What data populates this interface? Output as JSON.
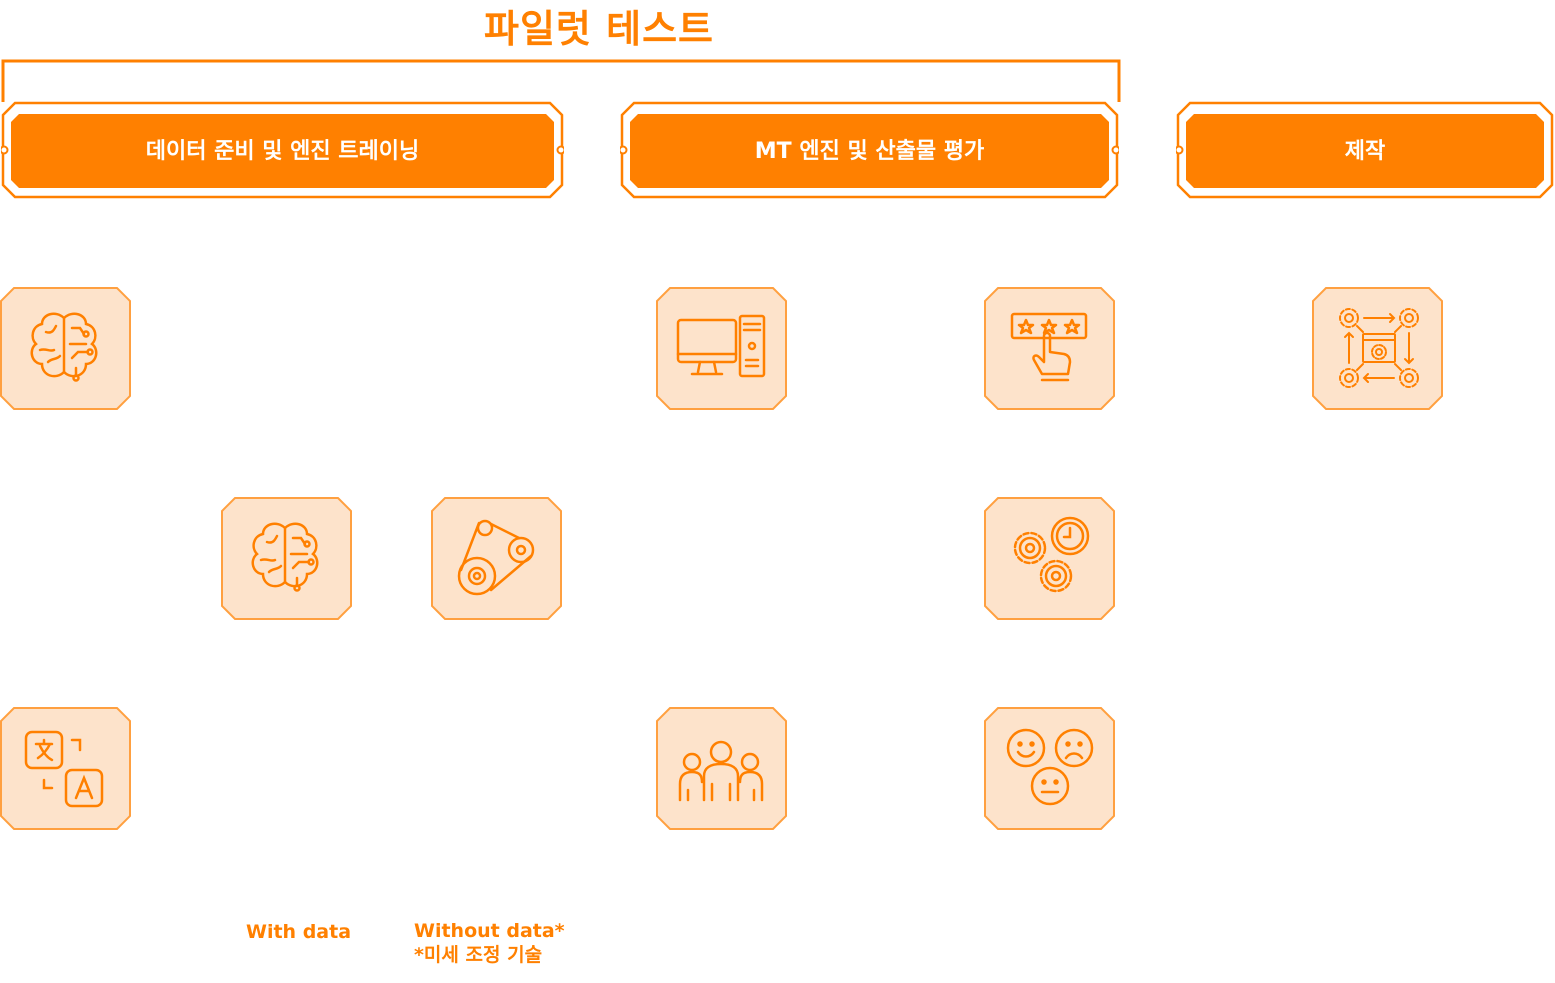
{
  "title": "파일럿 테스트",
  "phases": [
    {
      "label": "데이터 준비 및 엔진 트레이닝"
    },
    {
      "label": "MT 엔진 및 산출물 평가"
    },
    {
      "label": "제작"
    }
  ],
  "tiles": [
    {
      "icon": "brain-circuit-icon"
    },
    {
      "icon": "translate-icon"
    },
    {
      "icon": "brain-circuit-icon"
    },
    {
      "icon": "belt-pulley-gear-icon"
    },
    {
      "icon": "desktop-computer-icon"
    },
    {
      "icon": "team-people-icon"
    },
    {
      "icon": "star-rating-hand-icon"
    },
    {
      "icon": "gears-clock-icon"
    },
    {
      "icon": "emotion-faces-icon"
    },
    {
      "icon": "gear-workflow-icon"
    }
  ],
  "captions": {
    "with_data": "With data",
    "without_data": "Without data*",
    "footnote": "*미세 조정 기술"
  },
  "colors": {
    "accent": "#ff8000",
    "tile_fill": "#fde3cb",
    "tile_border": "#ffa040"
  }
}
